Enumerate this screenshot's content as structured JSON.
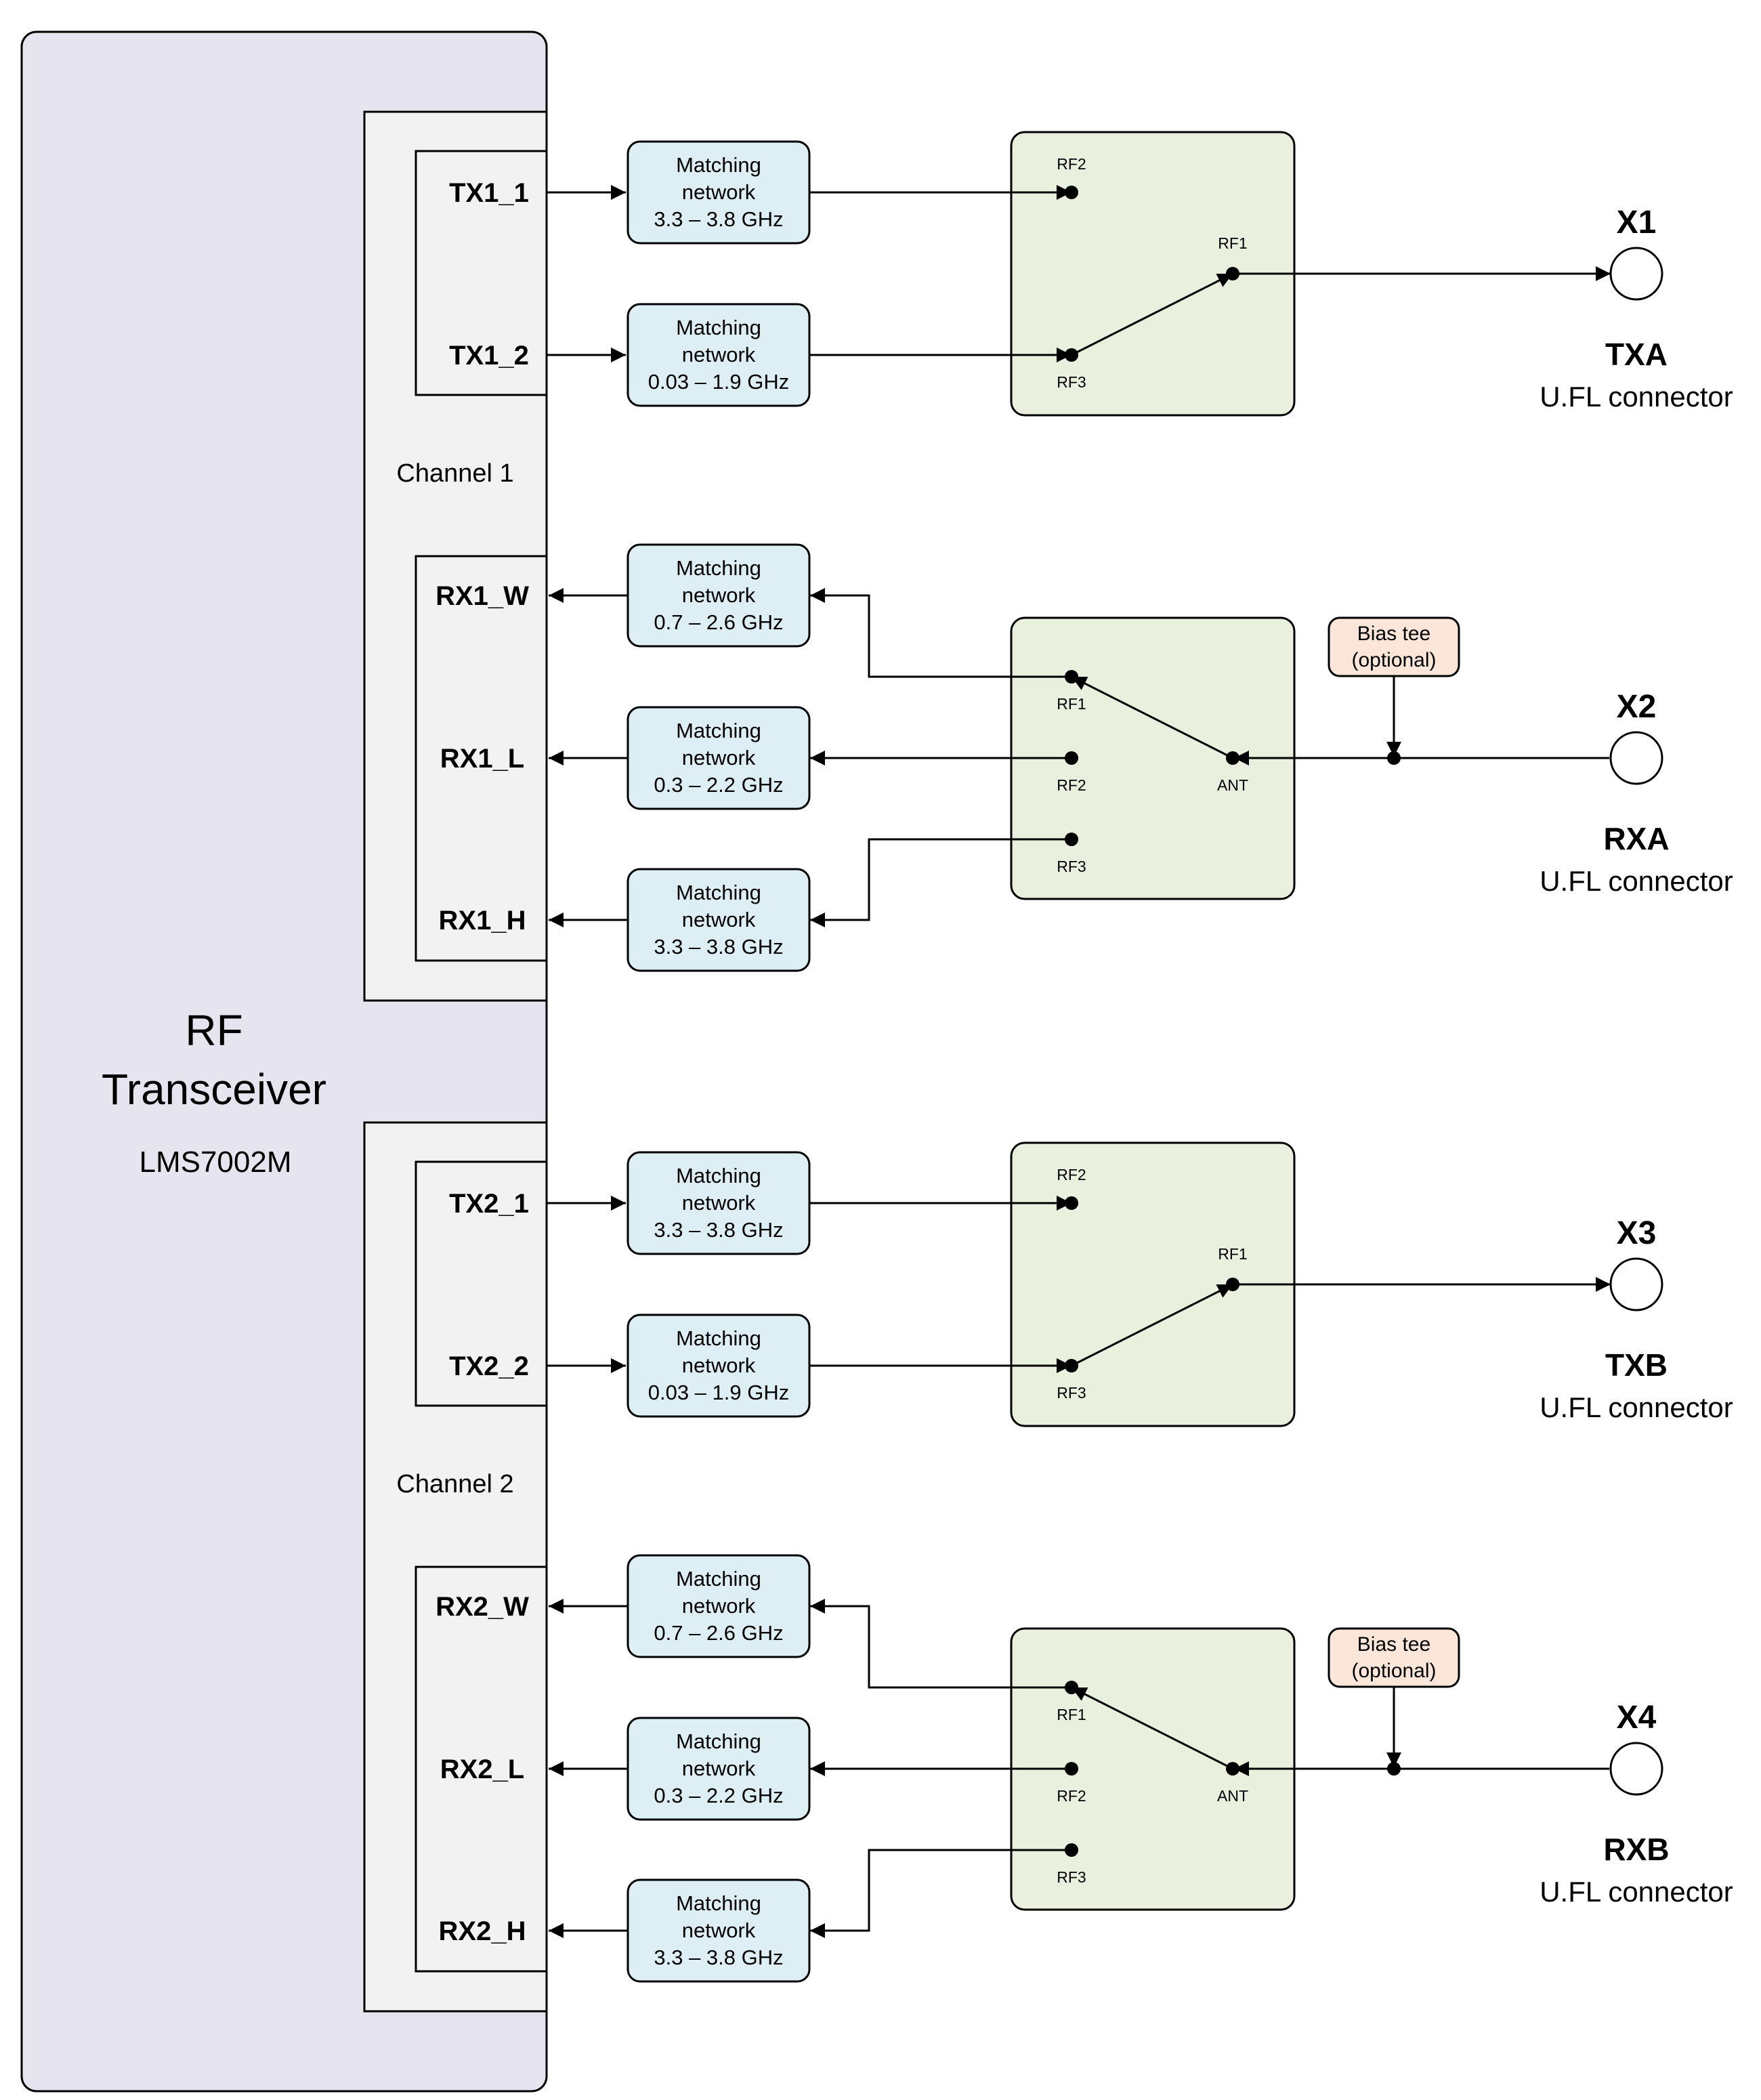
{
  "transceiver": {
    "title_line1": "RF",
    "title_line2": "Transceiver",
    "model": "LMS7002M"
  },
  "channels": [
    {
      "label": "Channel 1",
      "tx_ports": [
        "TX1_1",
        "TX1_2"
      ],
      "rx_ports": [
        "RX1_W",
        "RX1_L",
        "RX1_H"
      ],
      "tx_matching": [
        {
          "line1": "Matching",
          "line2": "network",
          "freq": "3.3 – 3.8 GHz"
        },
        {
          "line1": "Matching",
          "line2": "network",
          "freq": "0.03 – 1.9 GHz"
        }
      ],
      "rx_matching": [
        {
          "line1": "Matching",
          "line2": "network",
          "freq": "0.7 – 2.6 GHz"
        },
        {
          "line1": "Matching",
          "line2": "network",
          "freq": "0.3 – 2.2 GHz"
        },
        {
          "line1": "Matching",
          "line2": "network",
          "freq": "3.3 – 3.8 GHz"
        }
      ],
      "tx_switch": {
        "rf2": "RF2",
        "rf3": "RF3",
        "rf1": "RF1"
      },
      "rx_switch": {
        "rf1": "RF1",
        "rf2": "RF2",
        "rf3": "RF3",
        "ant": "ANT"
      },
      "bias_tee": {
        "line1": "Bias tee",
        "line2": "(optional)"
      },
      "tx_connector": {
        "id": "X1",
        "name": "TXA",
        "type": "U.FL connector"
      },
      "rx_connector": {
        "id": "X2",
        "name": "RXA",
        "type": "U.FL connector"
      }
    },
    {
      "label": "Channel 2",
      "tx_ports": [
        "TX2_1",
        "TX2_2"
      ],
      "rx_ports": [
        "RX2_W",
        "RX2_L",
        "RX2_H"
      ],
      "tx_matching": [
        {
          "line1": "Matching",
          "line2": "network",
          "freq": "3.3 – 3.8 GHz"
        },
        {
          "line1": "Matching",
          "line2": "network",
          "freq": "0.03 – 1.9 GHz"
        }
      ],
      "rx_matching": [
        {
          "line1": "Matching",
          "line2": "network",
          "freq": "0.7 – 2.6 GHz"
        },
        {
          "line1": "Matching",
          "line2": "network",
          "freq": "0.3 – 2.2 GHz"
        },
        {
          "line1": "Matching",
          "line2": "network",
          "freq": "3.3 – 3.8 GHz"
        }
      ],
      "tx_switch": {
        "rf2": "RF2",
        "rf3": "RF3",
        "rf1": "RF1"
      },
      "rx_switch": {
        "rf1": "RF1",
        "rf2": "RF2",
        "rf3": "RF3",
        "ant": "ANT"
      },
      "bias_tee": {
        "line1": "Bias tee",
        "line2": "(optional)"
      },
      "tx_connector": {
        "id": "X3",
        "name": "TXB",
        "type": "U.FL connector"
      },
      "rx_connector": {
        "id": "X4",
        "name": "RXB",
        "type": "U.FL connector"
      }
    }
  ],
  "colors": {
    "transceiver_fill": "#e6e4ee",
    "channel_fill": "#f2f2f2",
    "matching_fill": "#ddeef4",
    "switch_fill": "#e9f0de",
    "bias_tee_fill": "#fbe6d9",
    "line": "#000000"
  }
}
